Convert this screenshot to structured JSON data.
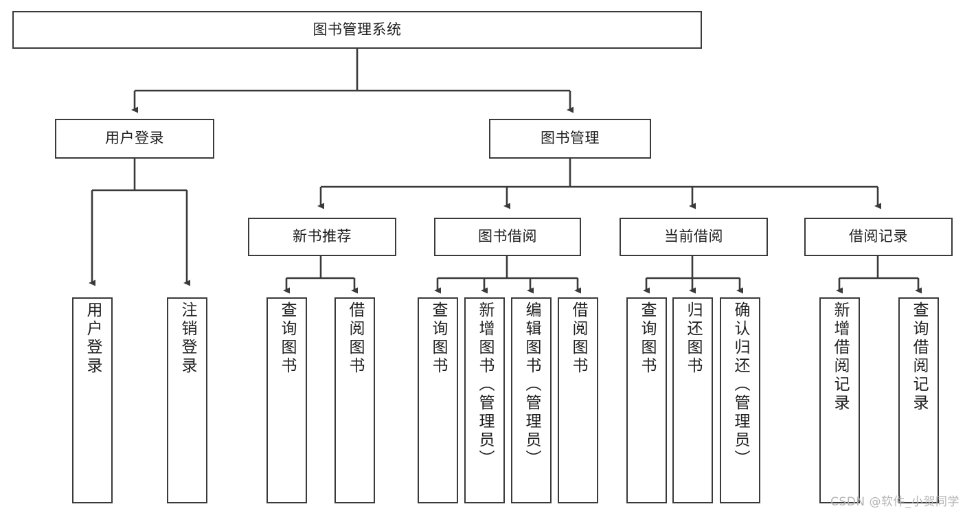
{
  "diagram": {
    "title": "图书管理系统",
    "root": {
      "label": "图书管理系统"
    },
    "level1": [
      {
        "label": "用户登录"
      },
      {
        "label": "图书管理"
      }
    ],
    "level2": [
      {
        "label": "新书推荐"
      },
      {
        "label": "图书借阅"
      },
      {
        "label": "当前借阅"
      },
      {
        "label": "借阅记录"
      }
    ],
    "leaves": [
      {
        "label": "用户登录"
      },
      {
        "label": "注销登录"
      },
      {
        "label": "查询图书"
      },
      {
        "label": "借阅图书"
      },
      {
        "label": "查询图书"
      },
      {
        "label": "新增图书（管理员）"
      },
      {
        "label": "编辑图书（管理员）"
      },
      {
        "label": "借阅图书"
      },
      {
        "label": "查询图书"
      },
      {
        "label": "归还图书"
      },
      {
        "label": "确认归还（管理员）"
      },
      {
        "label": "新增借阅记录"
      },
      {
        "label": "查询借阅记录"
      }
    ]
  },
  "watermark": {
    "text": "CSDN @软件_小贺同学"
  },
  "colors": {
    "stroke": "#3a3a3a",
    "text": "#1f1f1f",
    "background": "#ffffff",
    "watermark": "#b4b4b4"
  }
}
